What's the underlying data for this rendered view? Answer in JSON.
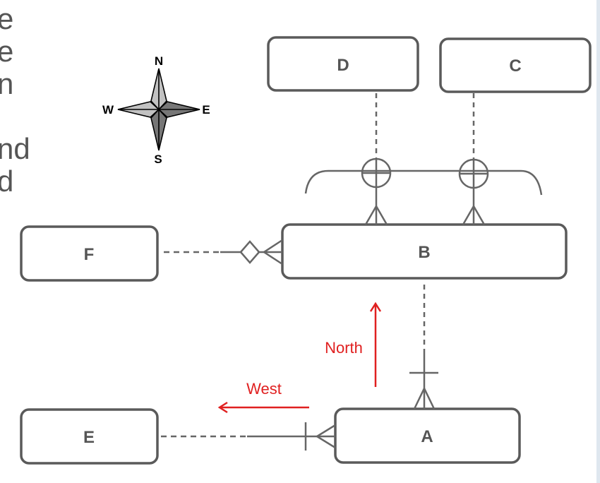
{
  "side_text_fragments": [
    "e",
    "e",
    "n",
    "",
    "nd",
    "d"
  ],
  "compass": {
    "north": "N",
    "south": "S",
    "east": "E",
    "west": "W"
  },
  "entities": {
    "a": "A",
    "b": "B",
    "c": "C",
    "d": "D",
    "e": "E",
    "f": "F"
  },
  "annotations": {
    "north": "North",
    "west": "West"
  },
  "colors": {
    "entity_stroke": "#5a5a5a",
    "connector": "#666666",
    "annotation": "#e02020",
    "compass_dark": "#777777",
    "compass_light": "#c2c2c2",
    "page_edge": "#dfe7ef"
  }
}
